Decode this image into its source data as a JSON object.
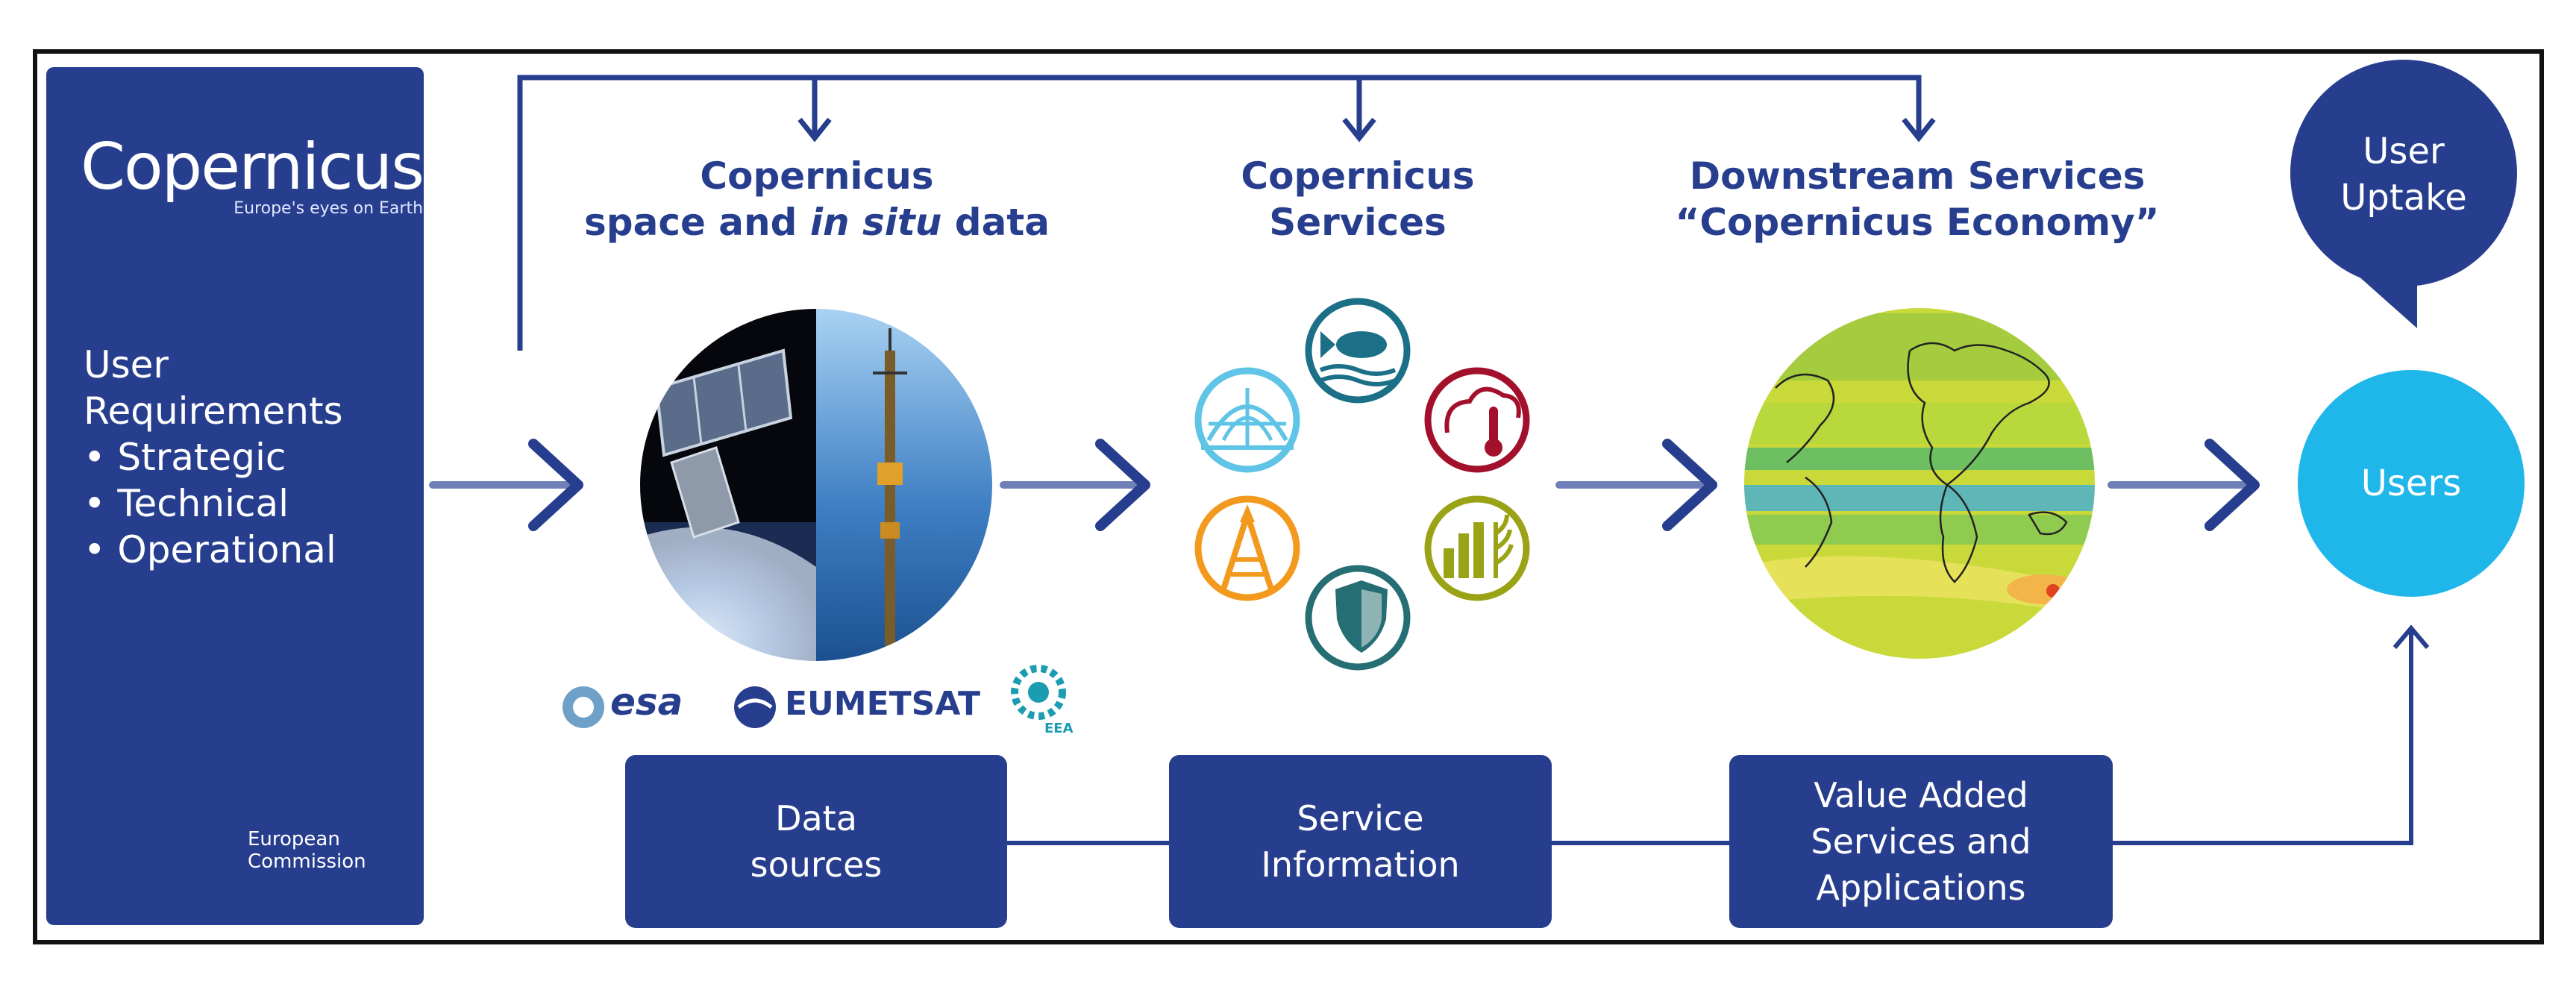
{
  "sidebar": {
    "logo_word": "Copernicus",
    "logo_tagline": "Europe's eyes on Earth",
    "requirements_title": "User",
    "requirements_subtitle": "Requirements",
    "items": [
      "• Strategic",
      "• Technical",
      "• Operational"
    ],
    "ec_line1": "European",
    "ec_line2": "Commission"
  },
  "stages": [
    {
      "title_line1": "Copernicus",
      "title_line2_prefix": "space and ",
      "title_line2_italic": "in situ",
      "title_line2_suffix": " data"
    },
    {
      "title_line1": "Copernicus",
      "title_line2": "Services"
    },
    {
      "title_line1": "Downstream Services",
      "title_line2": "“Copernicus Economy”"
    }
  ],
  "partners": {
    "esa": "esa",
    "eumetsat": "EUMETSAT",
    "eea": "EEA"
  },
  "bottom_boxes": [
    {
      "label": "Data\nsources"
    },
    {
      "label": "Service\nInformation"
    },
    {
      "label": "Value Added\nServices and\nApplications"
    }
  ],
  "user_uptake": {
    "line1": "User",
    "line2": "Uptake"
  },
  "users": {
    "label": "Users"
  },
  "service_icons": [
    "fish-icon",
    "thermometer-cloud-icon",
    "agriculture-icon",
    "shield-icon",
    "emergency-icon",
    "globe-grid-icon"
  ],
  "colors": {
    "navy": "#273e8e",
    "cyan": "#1fb6ea",
    "orange": "#f39a1e",
    "red": "#a3102c",
    "olive": "#9aa316",
    "teal": "#256e73",
    "light_blue": "#5fc4e6"
  }
}
